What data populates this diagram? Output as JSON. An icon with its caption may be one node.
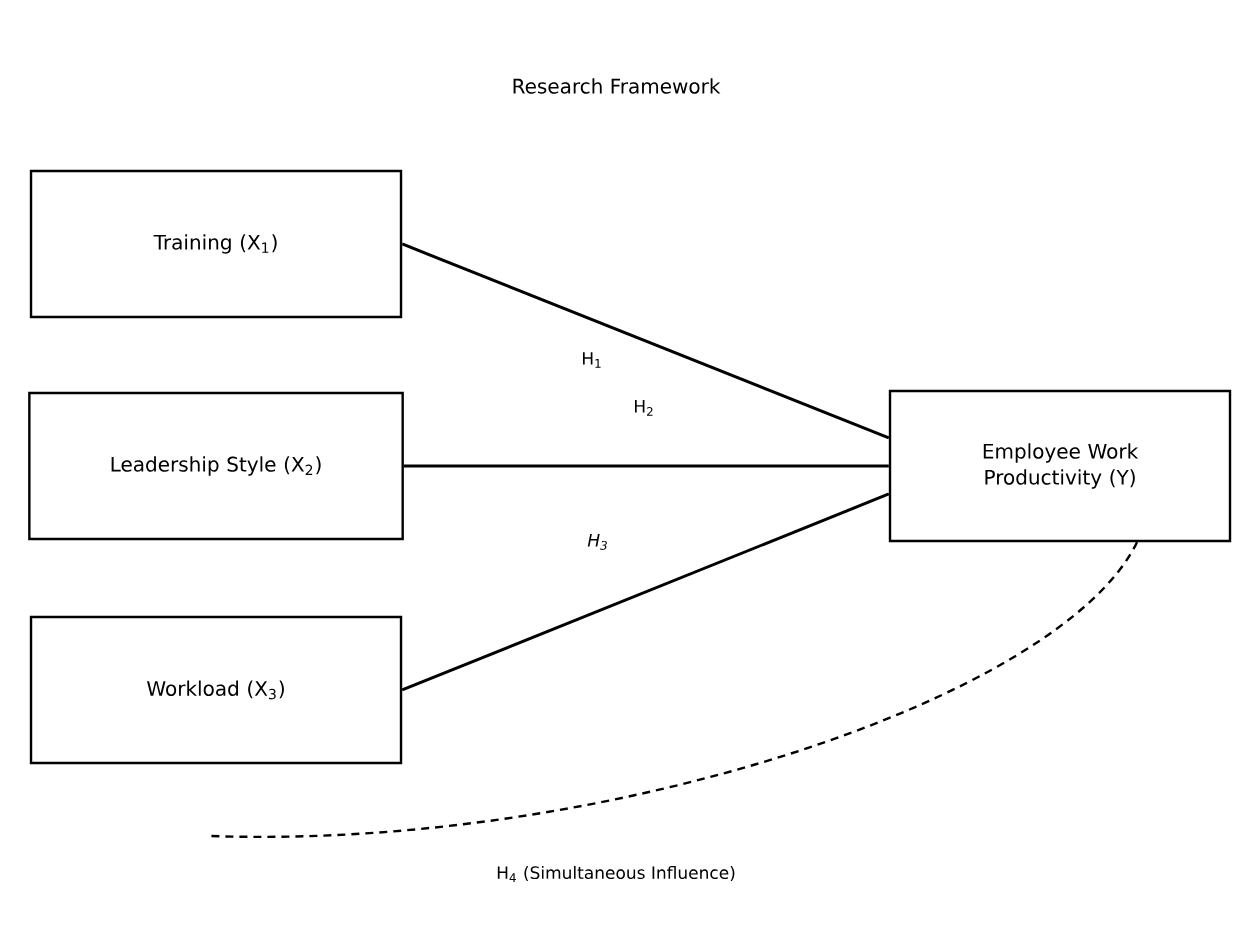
{
  "diagram": {
    "title": "Research Framework",
    "nodes": [
      {
        "text": [
          "Training (X$_{1}$)"
        ]
      },
      {
        "text": [
          "Leadership Style (X$_{2}$)"
        ]
      },
      {
        "text": [
          "Workload (X$_{3}$)"
        ]
      },
      {
        "text": [
          "Employee Work Productivity (Y)"
        ]
      }
    ],
    "edges": [
      {
        "from": 0,
        "to": 3,
        "arrow": "none",
        "label": "H$_{1}$"
      },
      {
        "from": 1,
        "to": 3,
        "arrow": "none",
        "label": "H$_{2}$"
      },
      {
        "from": 2,
        "to": 3,
        "arrow": "none",
        "label": "H$_{3}$"
      },
      {
        "from": 3,
        "to": null,
        "arrow": "none",
        "style": "dashed",
        "label": "H$_{4}$ (Simultaneous Influence)"
      }
    ]
  }
}
